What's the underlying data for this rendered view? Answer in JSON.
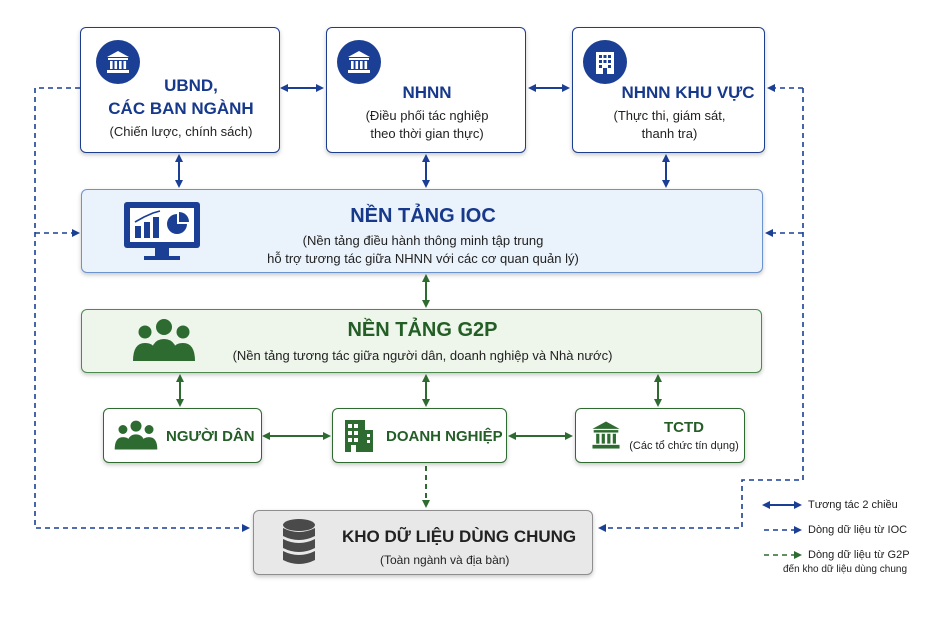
{
  "ubnd": {
    "title_line1": "UBND,",
    "title_line2": "CÁC BAN NGÀNH",
    "subtitle": "(Chiến lược, chính sách)"
  },
  "nhnn": {
    "title": "NHNN",
    "subtitle_line1": "(Điều phối tác nghiệp",
    "subtitle_line2": "theo thời gian thực)"
  },
  "nhnn_kv": {
    "title": "NHNN KHU VỰC",
    "subtitle_line1": "(Thực thi, giám sát,",
    "subtitle_line2": "thanh tra)"
  },
  "ioc": {
    "title": "NỀN TẢNG IOC",
    "subtitle_line1": "(Nền tảng điều hành thông minh tập trung",
    "subtitle_line2": "hỗ trợ tương tác giữa NHNN với các cơ quan quản lý)"
  },
  "g2p": {
    "title": "NỀN TẢNG G2P",
    "subtitle": "(Nền tảng tương tác giữa người dân, doanh nghiệp và Nhà nước)"
  },
  "nguoi_dan": {
    "title": "NGƯỜI DÂN"
  },
  "doanh_nghiep": {
    "title": "DOANH NGHIỆP"
  },
  "tctd": {
    "title": "TCTD",
    "subtitle": "(Các tổ chức tín dụng)"
  },
  "kho": {
    "title": "KHO DỮ LIỆU DÙNG CHUNG",
    "subtitle": "(Toàn ngành và địa bàn)"
  },
  "legend": {
    "two_way": "Tương tác 2 chiều",
    "ioc_flow": "Dòng dữ liệu từ IOC",
    "g2p_flow_line1": "Dòng dữ liệu từ G2P",
    "g2p_flow_line2": "đến kho dữ liệu dùng chung"
  },
  "colors": {
    "navy": "#1a3f94",
    "green": "#2e6b30",
    "ioc_fill": "#eaf2fb",
    "g2p_fill": "#eef5ea",
    "kho_fill": "#e8e8e8"
  },
  "icons": [
    "bank-icon",
    "bank-icon",
    "office-building-icon",
    "dashboard-monitor-icon",
    "people-group-icon",
    "people-group-icon",
    "office-building-icon",
    "bank-icon",
    "database-icon"
  ]
}
